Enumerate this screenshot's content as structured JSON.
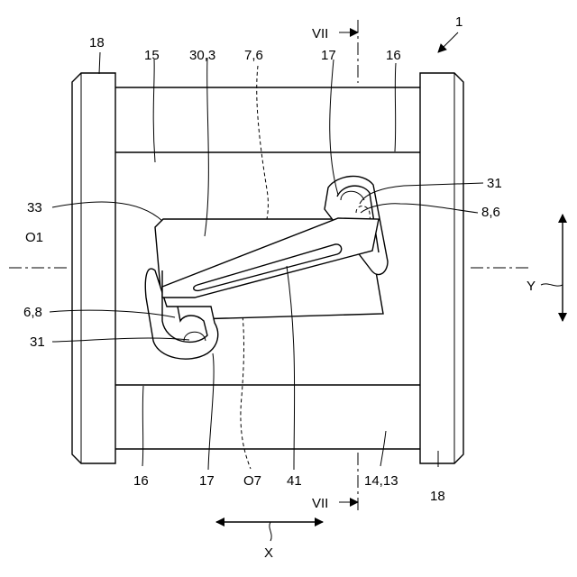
{
  "figure": {
    "ref_main": "1",
    "section_top": "VII",
    "section_bottom": "VII",
    "labels": {
      "l18_top": "18",
      "l15": "15",
      "l30_3": "30,3",
      "l7_6": "7,6",
      "l17_top": "17",
      "l16_top": "16",
      "l33": "33",
      "l31_right": "31",
      "l8_6": "8,6",
      "lO1": "O1",
      "l6_8": "6,8",
      "l31_left": "31",
      "l16_bottom": "16",
      "l17_bottom": "17",
      "lO7": "O7",
      "l41": "41",
      "l14_13": "14,13",
      "l18_bottom": "18"
    },
    "axis_x": "X",
    "axis_y": "Y"
  }
}
